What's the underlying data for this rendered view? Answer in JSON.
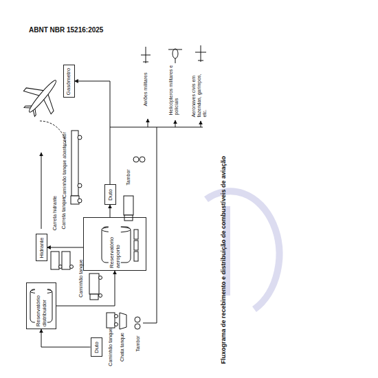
{
  "diagram": {
    "caption": "Fluxograma de recebimento e distribuição de combustíveis de aviação",
    "nodes": [
      {
        "text": [
          "Gasômetro"
        ]
      },
      {
        "text": [
          "Duto"
        ]
      },
      {
        "text": [
          "Hidrante"
        ]
      },
      {
        "text": [
          "Reservatório aeroporto"
        ]
      },
      {
        "text": [
          "Reservatório distribuidor"
        ]
      },
      {
        "text": [
          "Duto"
        ]
      }
    ],
    "edges": [
      {
        "from": 1,
        "to": 0,
        "arrow": "to"
      },
      {
        "from": 3,
        "to": 1,
        "arrow": "to"
      },
      {
        "from": 3,
        "to": 2,
        "arrow": "to"
      },
      {
        "from": 4,
        "to": 3,
        "arrow": "to"
      },
      {
        "from": 5,
        "to": 4,
        "arrow": "to"
      }
    ],
    "labels": [
      "ABNT NBR 15216:2025",
      "Aviões militares",
      "Helicópteros militares e policiais",
      "Aeronaves civis em fazendas, garimpos, etc.",
      "Caminhão tanque abastecedor",
      "Tambor",
      "Carreta hidrante",
      "Carreta tanque",
      "Caminhão tanque",
      "Caminhão tanque",
      "Chata tanque",
      "Tambor"
    ]
  }
}
